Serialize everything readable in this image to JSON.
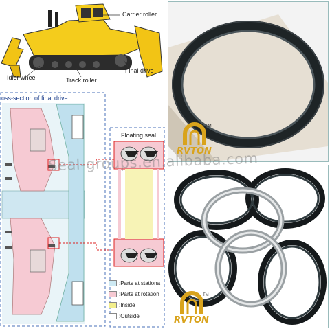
{
  "labels": {
    "carrier_roller": "Carrier roller",
    "idler_wheel": "Idler wheel",
    "track_roller": "Track roller",
    "final_drive": "Final drive",
    "cross_section": "oss-section of final drive",
    "floating_seal": "Floating seal"
  },
  "legend": [
    {
      "label": ":Parts at stationa",
      "color": "#cde9f3"
    },
    {
      "label": ":Parts at rotation",
      "color": "#f6c9d2"
    },
    {
      "label": ":Inside",
      "color": "#f2ee8c"
    },
    {
      "label": ":Outside",
      "color": "#ffffff"
    }
  ],
  "brand": {
    "name": "RVTON",
    "tm": "TM",
    "color": "#d9a31c"
  },
  "watermark": "Seal-groups.en.alibaba.com"
}
